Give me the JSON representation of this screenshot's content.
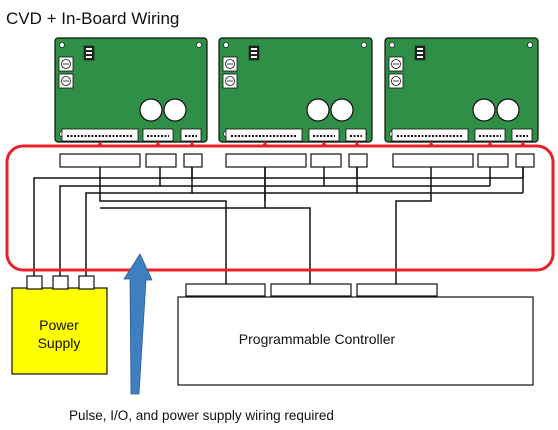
{
  "title": "CVD + In-Board Wiring",
  "power_supply": {
    "line1": "Power",
    "line2": "Supply"
  },
  "controller": {
    "label": "Programmable Controller"
  },
  "caption": "Pulse, I/O, and power supply wiring required",
  "colors": {
    "board_green": "#2f8f46",
    "highlight_red": "#e8202a",
    "power_supply_yellow": "#ffff00",
    "arrow_blue": "#3f7fbf"
  }
}
